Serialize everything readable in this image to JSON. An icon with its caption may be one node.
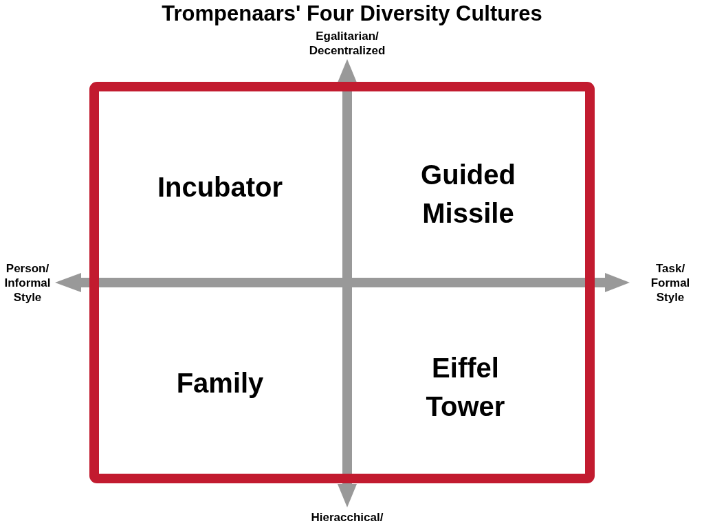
{
  "diagram": {
    "title": "Trompenaars' Four Diversity Cultures",
    "nodes": [
      {
        "text": [
          "Incubator"
        ]
      },
      {
        "text": [
          "Guided Missile"
        ]
      },
      {
        "text": [
          "Family"
        ]
      },
      {
        "text": [
          "Eiffel Tower"
        ]
      }
    ],
    "labels": [
      "Egalitarian/ Decentralized",
      "Person/ Informal Style",
      "Task/ Formal Style",
      "Hieracchical/"
    ]
  }
}
